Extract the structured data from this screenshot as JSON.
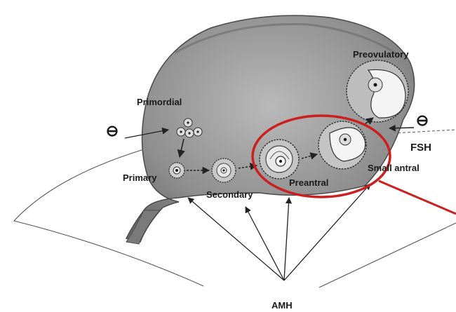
{
  "diagram": {
    "labels": {
      "primordial": "Primordial",
      "primary": "Primary",
      "secondary": "Secondary",
      "preantral": "Preantral",
      "small_antral": "Small antral",
      "preovulatory": "Preovulatory",
      "fsh": "FSH",
      "amh": "AMH"
    },
    "inhibition_symbol": "⊖",
    "colors": {
      "highlight": "#cc1f1f",
      "ovary": "#8a8a8a",
      "line": "#333333"
    }
  }
}
